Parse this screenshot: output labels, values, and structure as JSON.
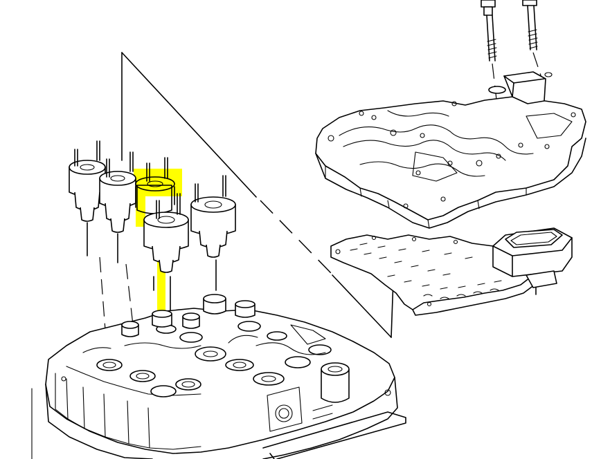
{
  "diagram": {
    "labels": [],
    "highlight_color": "#ffff00",
    "line_color": "#000000",
    "background_color": "#ffffff",
    "parts": [
      "valve-body-housing",
      "solenoid-group",
      "highlighted-solenoid",
      "separator-plate",
      "upper-valve-body",
      "wiring-harness-connector",
      "mounting-bolt"
    ]
  }
}
